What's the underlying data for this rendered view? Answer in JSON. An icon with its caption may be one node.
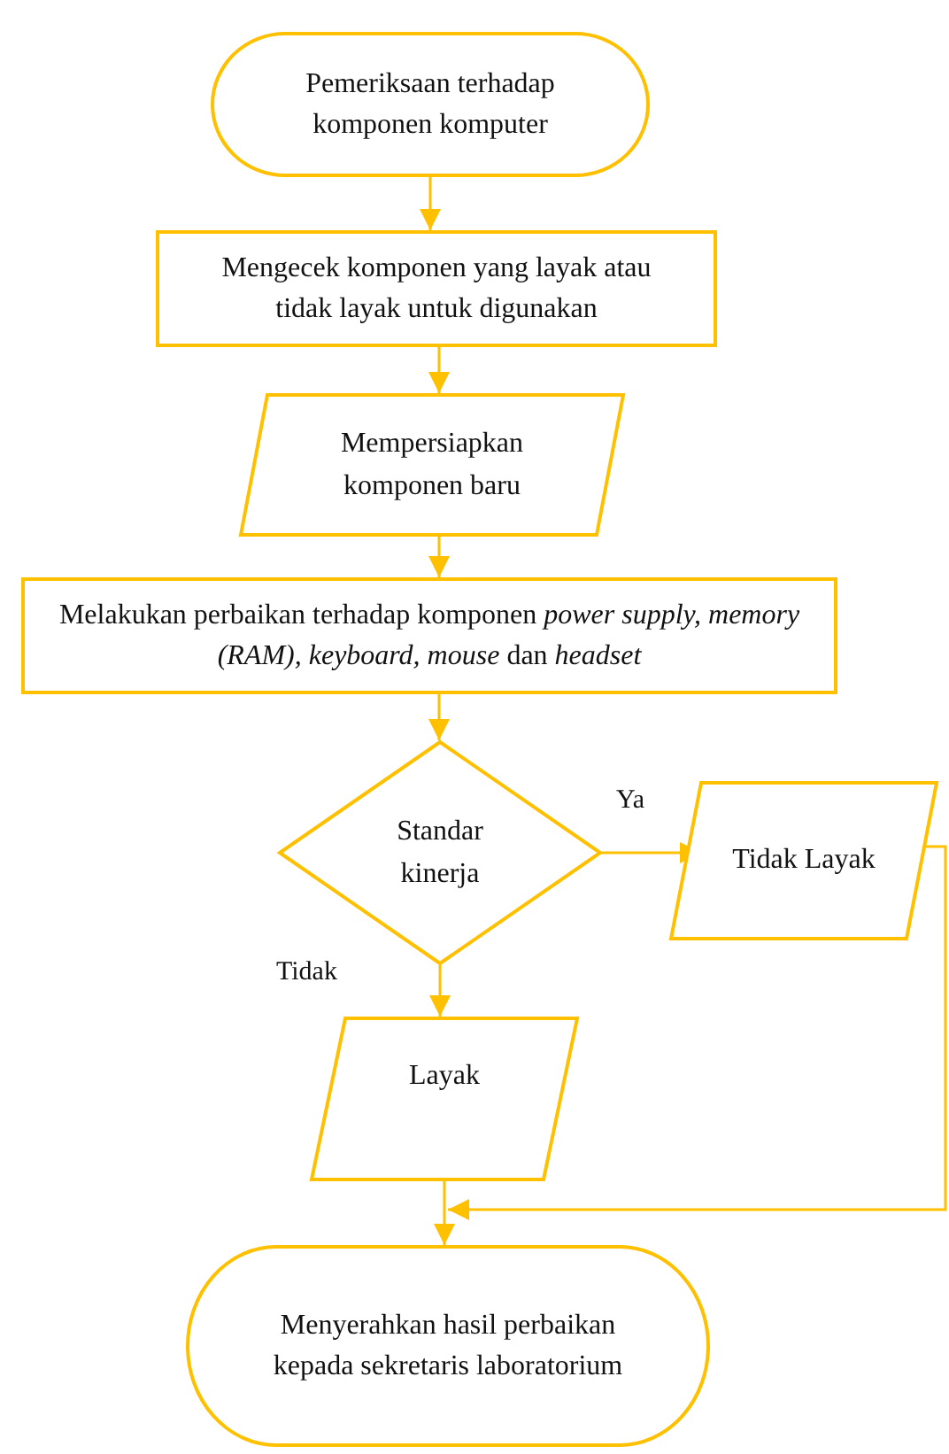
{
  "diagram": {
    "nodes": [
      {
        "text": [
          "Pemeriksaan terhadap komponen komputer"
        ]
      },
      {
        "text": [
          "Mengecek komponen yang layak atau tidak layak untuk digunakan"
        ]
      },
      {
        "text": [
          "Mempersiapkan komponen baru"
        ]
      },
      {
        "text": [
          "Melakukan perbaikan terhadap komponen *power supply, memory (RAM), keyboard, mouse* dan *headset*"
        ]
      },
      {
        "text": [
          "Standar kinerja"
        ]
      },
      {
        "text": [
          "Tidak Layak"
        ]
      },
      {
        "text": [
          "Layak"
        ]
      },
      {
        "text": [
          "Menyerahkan hasil perbaikan kepada sekretaris laboratorium"
        ]
      }
    ],
    "edges": [
      {
        "from": 0,
        "to": 1,
        "arrow": "to"
      },
      {
        "from": 1,
        "to": 2,
        "arrow": "to"
      },
      {
        "from": 2,
        "to": 3,
        "arrow": "to"
      },
      {
        "from": 3,
        "to": 4,
        "arrow": "to"
      },
      {
        "from": 4,
        "to": 5,
        "arrow": "to",
        "label": "Ya"
      },
      {
        "from": 4,
        "to": 6,
        "arrow": "to",
        "label": "Tidak"
      },
      {
        "from": 6,
        "to": 7,
        "arrow": "to"
      },
      {
        "from": 5,
        "to": 7,
        "arrow": "to"
      }
    ]
  }
}
